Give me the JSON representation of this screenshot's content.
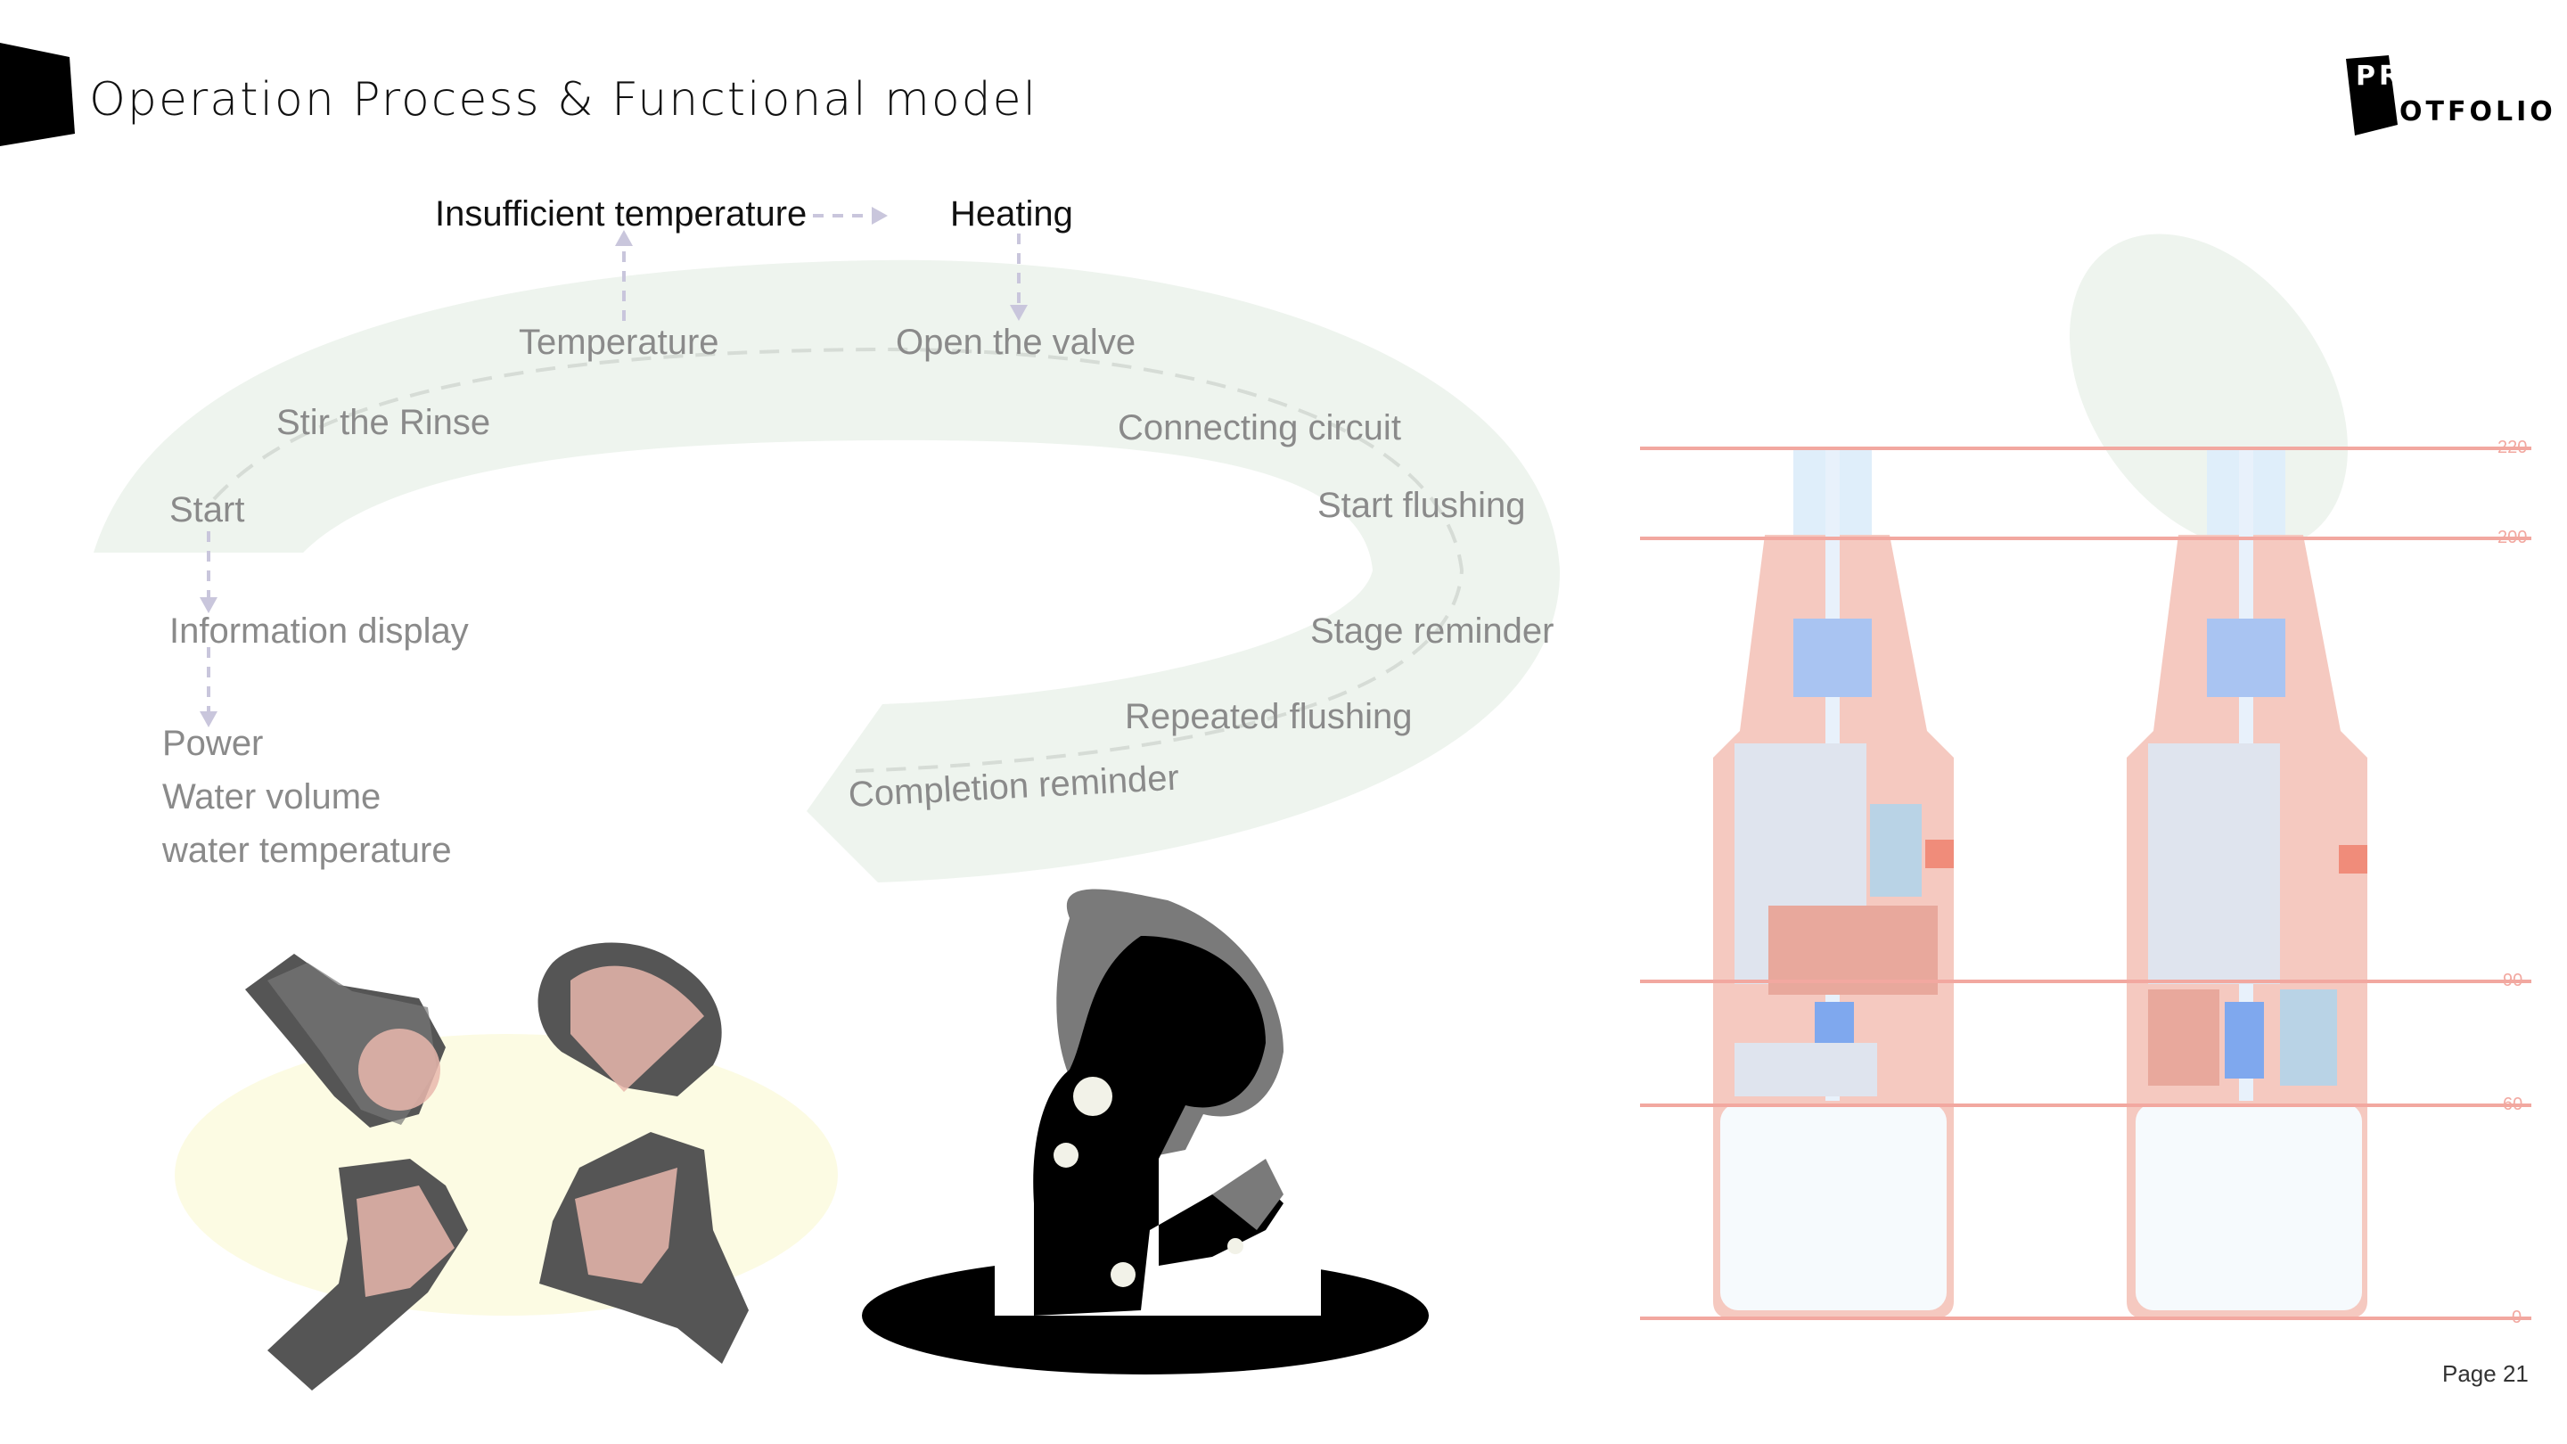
{
  "header": {
    "title": "Operation Process & Functional model",
    "logo_top": "PR",
    "logo_bottom": "OTFOLIO"
  },
  "flow": {
    "insufficient_temperature": "Insufficient temperature",
    "heating": "Heating",
    "temperature": "Temperature",
    "open_the_valve": "Open the valve",
    "stir_the_rinse": "Stir the Rinse",
    "connecting_circuit": "Connecting circuit",
    "start": "Start",
    "start_flushing": "Start flushing",
    "information_display": "Information display",
    "stage_reminder": "Stage reminder",
    "repeated_flushing": "Repeated flushing",
    "completion_reminder": "Completion reminder",
    "power": "Power",
    "water_volume": "Water volume",
    "water_temperature": "water temperature"
  },
  "scale_marks": [
    "220",
    "200",
    "90",
    "60",
    "0"
  ],
  "footer": {
    "page": "Page 21"
  },
  "colors": {
    "flow_band": "#eef4ee",
    "dashed_arrow": "#c9c6dc",
    "bottle": "#f5c9c0",
    "scale_line": "#f2a8a0",
    "spot": "#fcfbe3"
  }
}
